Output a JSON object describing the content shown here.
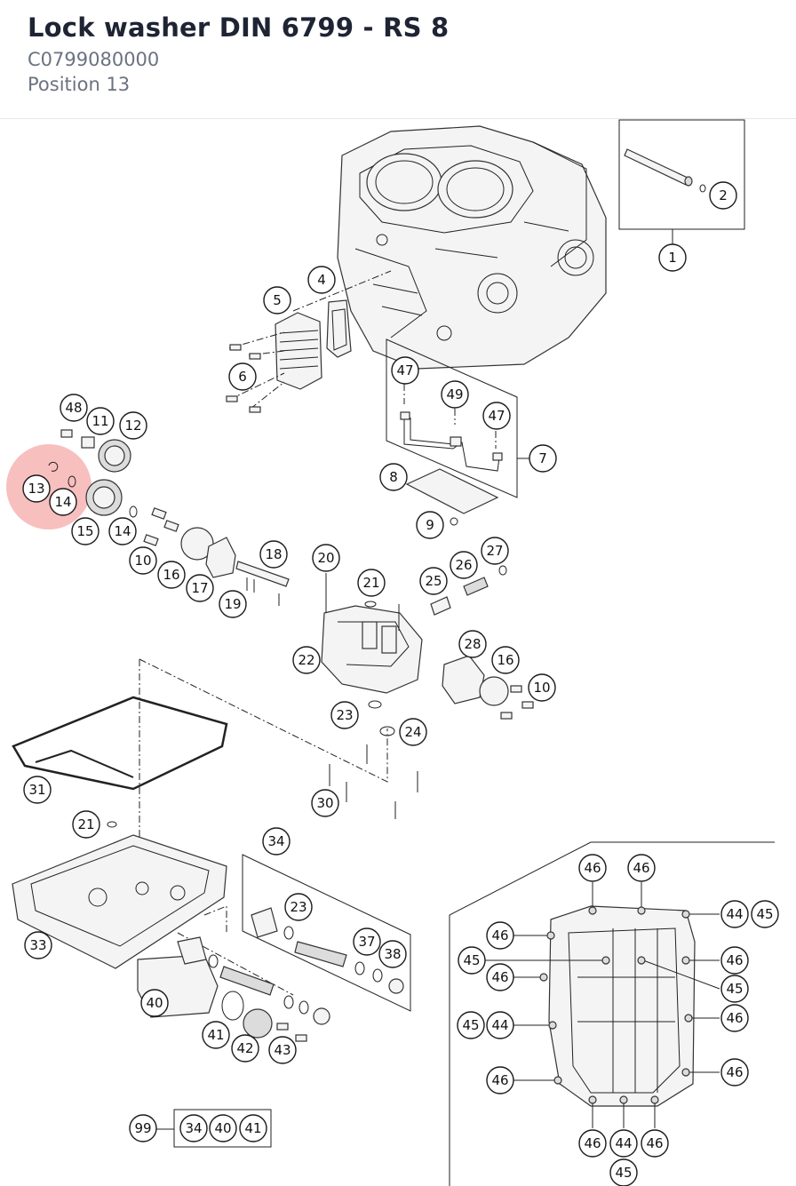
{
  "header": {
    "title": "Lock washer DIN 6799 - RS 8",
    "part_number": "C0799080000",
    "position": "Position 13"
  },
  "highlight_color": "#f28b8b",
  "diagram": {
    "callouts": [
      {
        "id": "c1",
        "label": "1"
      },
      {
        "id": "c2",
        "label": "2"
      },
      {
        "id": "c4",
        "label": "4"
      },
      {
        "id": "c5",
        "label": "5"
      },
      {
        "id": "c6",
        "label": "6"
      },
      {
        "id": "c7",
        "label": "7"
      },
      {
        "id": "c8",
        "label": "8"
      },
      {
        "id": "c9",
        "label": "9"
      },
      {
        "id": "c10a",
        "label": "10"
      },
      {
        "id": "c10b",
        "label": "10"
      },
      {
        "id": "c11",
        "label": "11"
      },
      {
        "id": "c12",
        "label": "12"
      },
      {
        "id": "c13",
        "label": "13"
      },
      {
        "id": "c14a",
        "label": "14"
      },
      {
        "id": "c14b",
        "label": "14"
      },
      {
        "id": "c15",
        "label": "15"
      },
      {
        "id": "c16a",
        "label": "16"
      },
      {
        "id": "c16b",
        "label": "16"
      },
      {
        "id": "c17",
        "label": "17"
      },
      {
        "id": "c18",
        "label": "18"
      },
      {
        "id": "c19",
        "label": "19"
      },
      {
        "id": "c20",
        "label": "20"
      },
      {
        "id": "c21a",
        "label": "21"
      },
      {
        "id": "c21b",
        "label": "21"
      },
      {
        "id": "c22",
        "label": "22"
      },
      {
        "id": "c23a",
        "label": "23"
      },
      {
        "id": "c23b",
        "label": "23"
      },
      {
        "id": "c24",
        "label": "24"
      },
      {
        "id": "c25",
        "label": "25"
      },
      {
        "id": "c26",
        "label": "26"
      },
      {
        "id": "c27",
        "label": "27"
      },
      {
        "id": "c28",
        "label": "28"
      },
      {
        "id": "c30",
        "label": "30"
      },
      {
        "id": "c31",
        "label": "31"
      },
      {
        "id": "c33",
        "label": "33"
      },
      {
        "id": "c34a",
        "label": "34"
      },
      {
        "id": "c34b",
        "label": "34"
      },
      {
        "id": "c37",
        "label": "37"
      },
      {
        "id": "c38",
        "label": "38"
      },
      {
        "id": "c40a",
        "label": "40"
      },
      {
        "id": "c40b",
        "label": "40"
      },
      {
        "id": "c41a",
        "label": "41"
      },
      {
        "id": "c41b",
        "label": "41"
      },
      {
        "id": "c42",
        "label": "42"
      },
      {
        "id": "c43",
        "label": "43"
      },
      {
        "id": "c44a",
        "label": "44"
      },
      {
        "id": "c44b",
        "label": "44"
      },
      {
        "id": "c44c",
        "label": "44"
      },
      {
        "id": "c45a",
        "label": "45"
      },
      {
        "id": "c45b",
        "label": "45"
      },
      {
        "id": "c45c",
        "label": "45"
      },
      {
        "id": "c45d",
        "label": "45"
      },
      {
        "id": "c45e",
        "label": "45"
      },
      {
        "id": "c46a",
        "label": "46"
      },
      {
        "id": "c46b",
        "label": "46"
      },
      {
        "id": "c46c",
        "label": "46"
      },
      {
        "id": "c46d",
        "label": "46"
      },
      {
        "id": "c46e",
        "label": "46"
      },
      {
        "id": "c46f",
        "label": "46"
      },
      {
        "id": "c46g",
        "label": "46"
      },
      {
        "id": "c46h",
        "label": "46"
      },
      {
        "id": "c46i",
        "label": "46"
      },
      {
        "id": "c46j",
        "label": "46"
      },
      {
        "id": "c47a",
        "label": "47"
      },
      {
        "id": "c47b",
        "label": "47"
      },
      {
        "id": "c48",
        "label": "48"
      },
      {
        "id": "c49",
        "label": "49"
      },
      {
        "id": "c99",
        "label": "99"
      }
    ]
  }
}
